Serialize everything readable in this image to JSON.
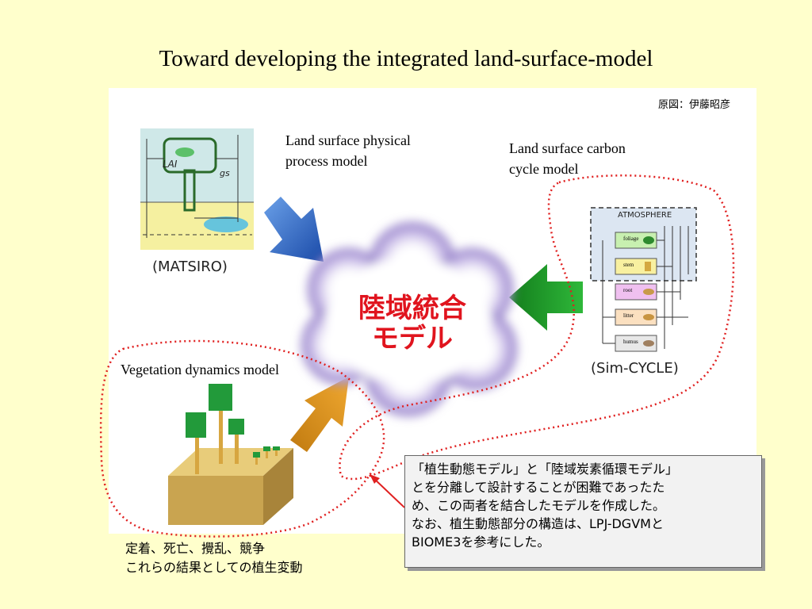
{
  "title": "Toward developing the integrated land-surface-model",
  "credit": "原図：伊藤昭彦",
  "labels": {
    "physical_line1": "Land surface physical",
    "physical_line2": "process model",
    "carbon_line1": "Land surface carbon",
    "carbon_line2": "cycle model",
    "vegetation": "Vegetation dynamics model"
  },
  "matsiro": {
    "caption": "(MATSIRO)",
    "lai": "LAI",
    "gs": "gs"
  },
  "simcycle": {
    "caption": "(Sim-CYCLE)",
    "atmosphere": "ATMOSPHERE",
    "pools": [
      "foliage",
      "stem",
      "root",
      "litter",
      "humus"
    ]
  },
  "center": {
    "line1": "陸域統合",
    "line2": "モデル"
  },
  "bottom": {
    "line1": "定着、死亡、攪乱、競争",
    "line2": "これらの結果としての植生変動"
  },
  "note": {
    "line1": "「植生動態モデル」と「陸域炭素循環モデル」",
    "line2": "とを分離して設計することが困難であったた",
    "line3": "め、この両者を結合したモデルを作成した。",
    "line4": "なお、植生動態部分の構造は、LPJ-DGVMと",
    "line5": "BIOME3を参考にした。"
  },
  "colors": {
    "background": "#ffffcc",
    "arrow_blue": "#1f5fbf",
    "arrow_green": "#1f9a2a",
    "arrow_orange": "#d08a1a",
    "dotted_red": "#e02020",
    "center_text": "#e0141e",
    "cloud": "#9a86cc"
  }
}
